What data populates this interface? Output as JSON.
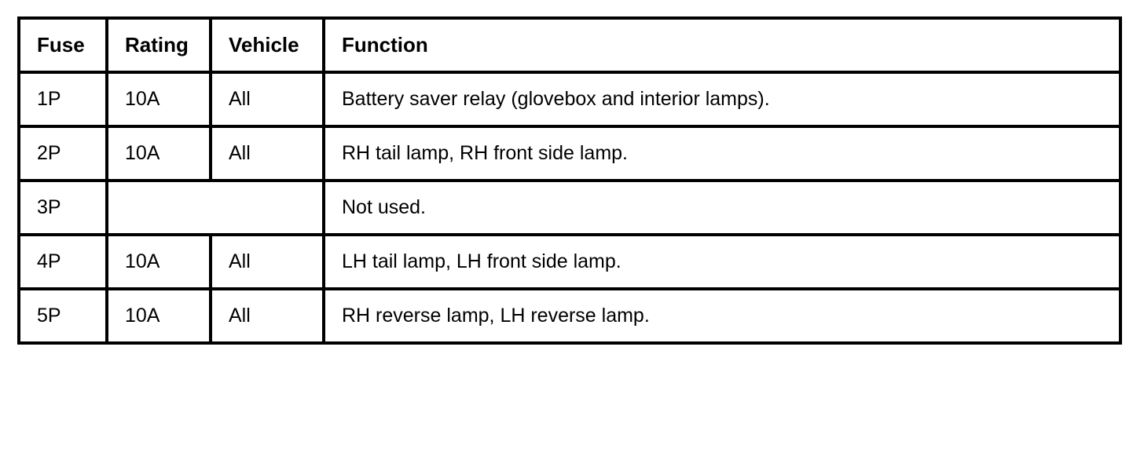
{
  "table": {
    "headers": {
      "fuse": "Fuse",
      "rating": "Rating",
      "vehicle": "Vehicle",
      "function": "Function"
    },
    "rows": [
      {
        "fuse": "1P",
        "rating": "10A",
        "vehicle": "All",
        "function": "Battery saver relay (glovebox and interior lamps)."
      },
      {
        "fuse": "2P",
        "rating": "10A",
        "vehicle": "All",
        "function": "RH tail lamp, RH front side lamp."
      },
      {
        "fuse": "3P",
        "rating": "",
        "vehicle": "",
        "function": "Not used."
      },
      {
        "fuse": "4P",
        "rating": "10A",
        "vehicle": "All",
        "function": "LH tail lamp, LH front side lamp."
      },
      {
        "fuse": "5P",
        "rating": "10A",
        "vehicle": "All",
        "function": "RH reverse lamp, LH reverse lamp."
      }
    ]
  }
}
